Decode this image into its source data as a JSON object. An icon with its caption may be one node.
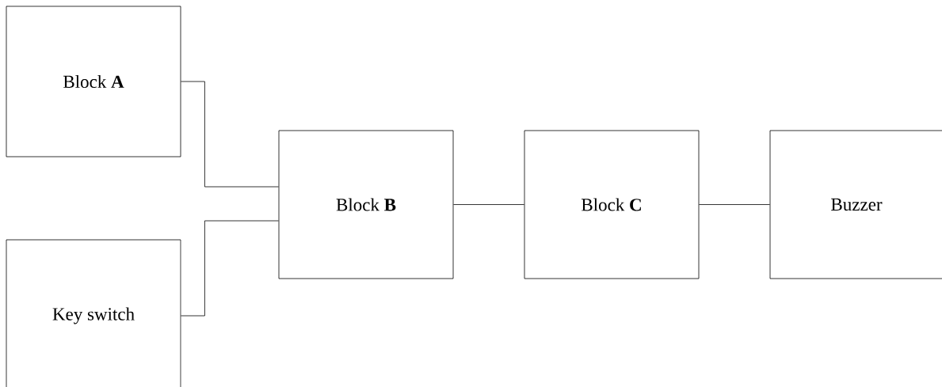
{
  "diagram": {
    "nodes": [
      {
        "text": [
          "Block **A**"
        ]
      },
      {
        "text": [
          "Key switch"
        ]
      },
      {
        "text": [
          "Block **B**"
        ]
      },
      {
        "text": [
          "Block **C**"
        ]
      },
      {
        "text": [
          "Buzzer"
        ]
      }
    ],
    "edges": [
      {
        "from": 0,
        "to": 2,
        "arrow": "none"
      },
      {
        "from": 1,
        "to": 2,
        "arrow": "none"
      },
      {
        "from": 2,
        "to": 3,
        "arrow": "none"
      },
      {
        "from": 3,
        "to": 4,
        "arrow": "none"
      }
    ]
  }
}
